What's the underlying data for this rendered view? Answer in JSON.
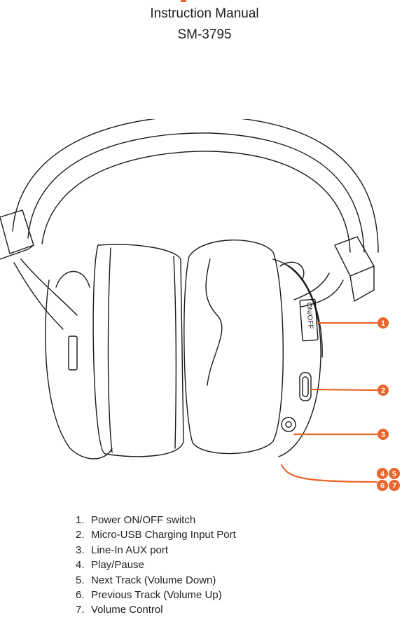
{
  "header": {
    "line1": "Instruction Manual",
    "line2": "SM-3795"
  },
  "illustration": {
    "switch_label": "ON/OFF",
    "accent_color": "#e8652b",
    "callouts": [
      "1",
      "2",
      "3",
      "4",
      "5",
      "6",
      "7"
    ]
  },
  "parts": [
    {
      "num": "1.",
      "label": "Power ON/OFF switch"
    },
    {
      "num": "2.",
      "label": "Micro-USB Charging Input Port"
    },
    {
      "num": "3.",
      "label": "Line-In AUX port"
    },
    {
      "num": "4.",
      "label": "Play/Pause"
    },
    {
      "num": "5.",
      "label": "Next Track (Volume Down)"
    },
    {
      "num": "6.",
      "label": "Previous Track (Volume Up)"
    },
    {
      "num": "7.",
      "label": "Volume Control"
    }
  ]
}
